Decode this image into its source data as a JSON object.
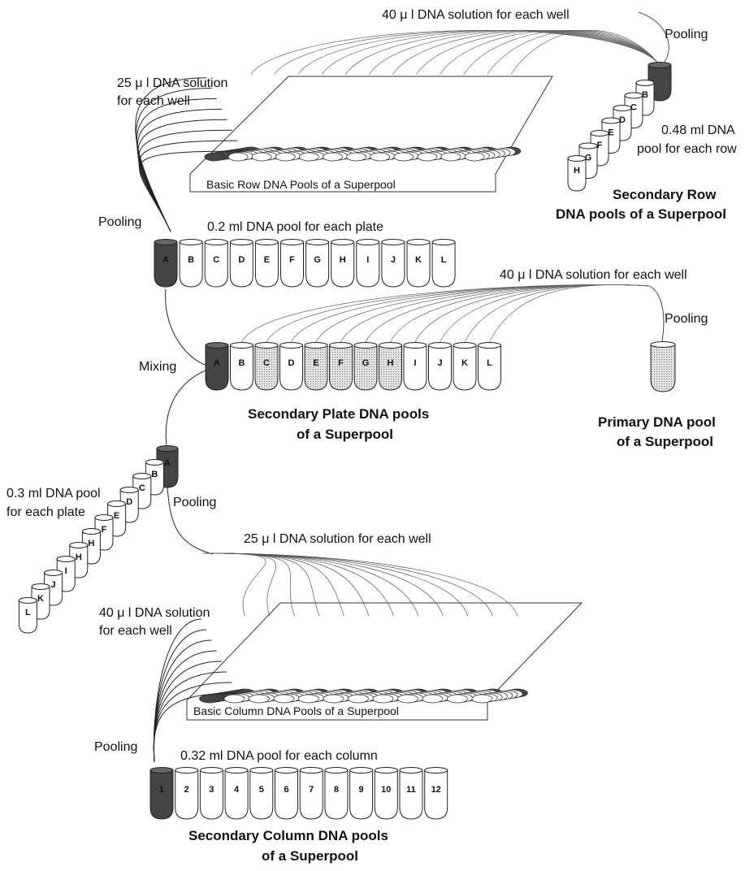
{
  "top": {
    "row_well_label": "40 μ l  DNA solution for each well",
    "pooling_label": "Pooling",
    "col_well_label_line1": "25 μ l  DNA solution",
    "col_well_label_line2": "for each well",
    "plate_caption": "Basic Row DNA Pools of a Superpool",
    "pool_label_line1": "0.48 ml DNA",
    "pool_label_line2": "pool for each row",
    "tubes": [
      "B",
      "C",
      "D",
      "E",
      "F",
      "G",
      "H"
    ],
    "title_line1": "Secondary Row",
    "title_line2": "DNA pools of a Superpool"
  },
  "plate_row": {
    "pooling_label": "Pooling",
    "volume_label": "0.2 ml  DNA pool for each plate",
    "tubes": [
      "A",
      "B",
      "C",
      "D",
      "E",
      "F",
      "G",
      "H",
      "I",
      "J",
      "K",
      "L"
    ]
  },
  "middle": {
    "well_label": "40 μ l  DNA solution for each well",
    "pooling_label": "Pooling",
    "mixing_label": "Mixing",
    "tubes": [
      "A",
      "B",
      "C",
      "D",
      "E",
      "F",
      "G",
      "H",
      "I",
      "J",
      "K",
      "L"
    ],
    "title_line1": "Secondary Plate DNA pools",
    "title_line2": "of a Superpool",
    "primary_line1": "Primary DNA pool",
    "primary_line2": "of a Superpool"
  },
  "diag": {
    "tubes": [
      "A",
      "B",
      "C",
      "D",
      "E",
      "F",
      "H",
      "H",
      "I",
      "J",
      "K",
      "L"
    ],
    "label_line1": "0.3 ml DNA pool",
    "label_line2": "for each plate",
    "pooling_label": "Pooling"
  },
  "bottom": {
    "row_well_label": "25 μ l  DNA solution for each well",
    "col_well_label_line1": "40 μ l  DNA solution",
    "col_well_label_line2": "for each well",
    "plate_caption": "Basic Column DNA Pools of a Superpool",
    "pooling_label": "Pooling",
    "volume_label": "0.32 ml  DNA pool for each column",
    "tubes": [
      "1",
      "2",
      "3",
      "4",
      "5",
      "6",
      "7",
      "8",
      "9",
      "10",
      "11",
      "12"
    ],
    "title_line1": "Secondary Column DNA pools",
    "title_line2": "of a Superpool"
  }
}
